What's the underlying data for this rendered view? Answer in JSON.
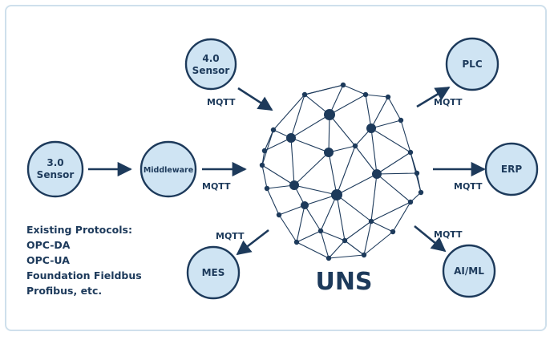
{
  "colors": {
    "navy": "#1d3a5b",
    "node_fill": "#cfe4f3",
    "node_stroke": "#1d3a5b",
    "frame": "#cfe0ec"
  },
  "nodes": {
    "sensor_40": {
      "line1": "4.0",
      "line2": "Sensor"
    },
    "sensor_30": {
      "line1": "3.0",
      "line2": "Sensor"
    },
    "middleware": {
      "label": "Middleware"
    },
    "plc": {
      "label": "PLC"
    },
    "erp": {
      "label": "ERP"
    },
    "mes": {
      "label": "MES"
    },
    "aiml": {
      "label": "AI/ML"
    }
  },
  "links": {
    "mqtt_sensor40": "MQTT",
    "mqtt_middleware": "MQTT",
    "mqtt_mes": "MQTT",
    "mqtt_plc": "MQTT",
    "mqtt_erp": "MQTT",
    "mqtt_aiml": "MQTT"
  },
  "hub": {
    "label": "UNS"
  },
  "protocols": {
    "title": "Existing Protocols:",
    "items": [
      "OPC-DA",
      "OPC-UA",
      "Foundation Fieldbus",
      "Profibus, etc."
    ]
  }
}
